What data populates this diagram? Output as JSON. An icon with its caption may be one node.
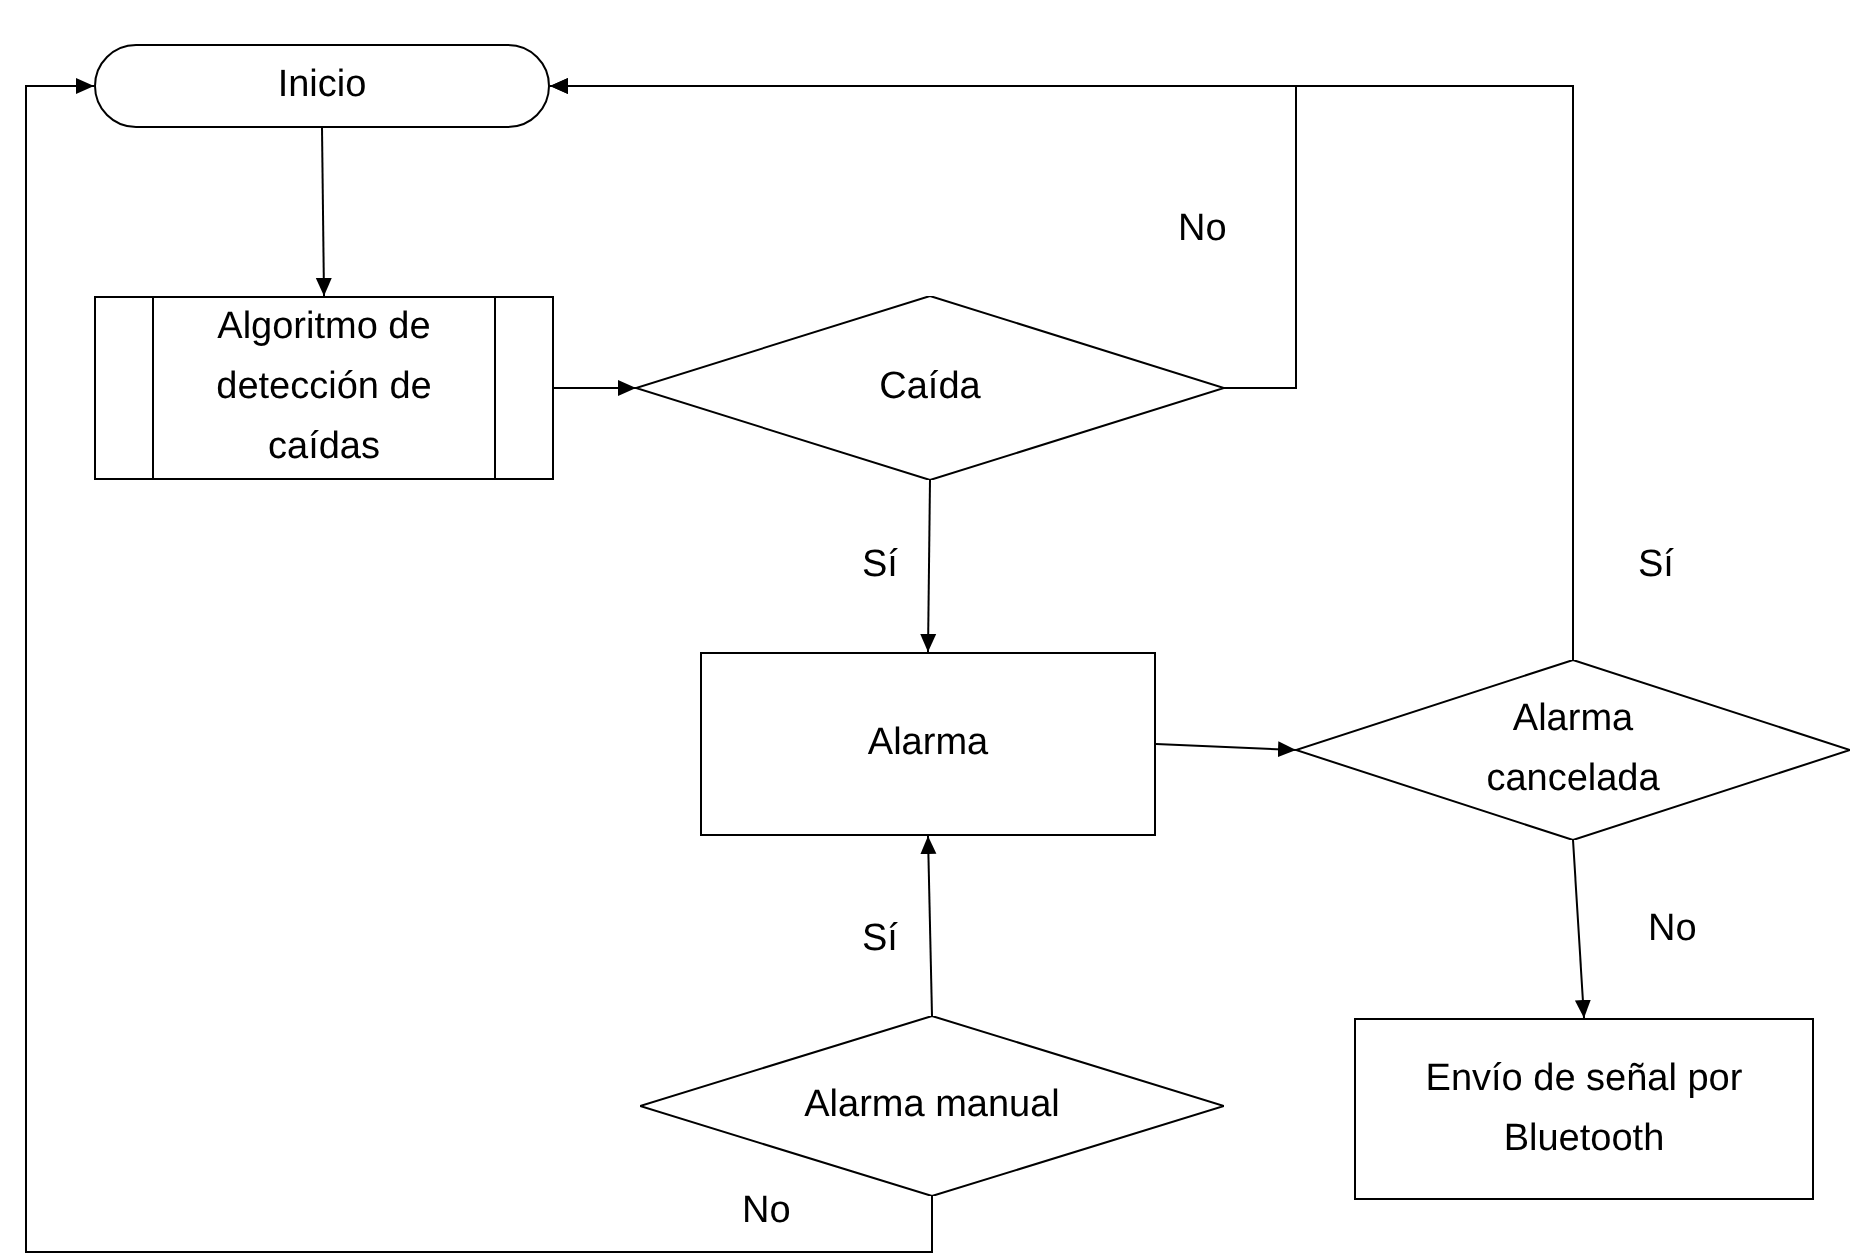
{
  "diagram": {
    "nodes": [
      {
        "text": [
          "Inicio"
        ]
      },
      {
        "text": [
          "Algoritmo de detección de caídas"
        ]
      },
      {
        "text": [
          "Caída"
        ]
      },
      {
        "text": [
          "Alarma"
        ]
      },
      {
        "text": [
          "Alarma cancelada"
        ]
      },
      {
        "text": [
          "Envío de señal por Bluetooth"
        ]
      },
      {
        "text": [
          "Alarma manual"
        ]
      }
    ],
    "edges": [
      {
        "from": 0,
        "to": 1,
        "arrow": "to"
      },
      {
        "from": 1,
        "to": 2,
        "arrow": "to"
      },
      {
        "from": 2,
        "to": 0,
        "arrow": "to",
        "label": "No"
      },
      {
        "from": 2,
        "to": 3,
        "arrow": "to",
        "label": "Sí"
      },
      {
        "from": 3,
        "to": 4,
        "arrow": "to"
      },
      {
        "from": 4,
        "to": 0,
        "arrow": "to",
        "label": "Sí"
      },
      {
        "from": 4,
        "to": 5,
        "arrow": "to",
        "label": "No"
      },
      {
        "from": 6,
        "to": 3,
        "arrow": "to",
        "label": "Sí"
      },
      {
        "from": 6,
        "to": 0,
        "arrow": "to",
        "label": "No"
      }
    ]
  }
}
